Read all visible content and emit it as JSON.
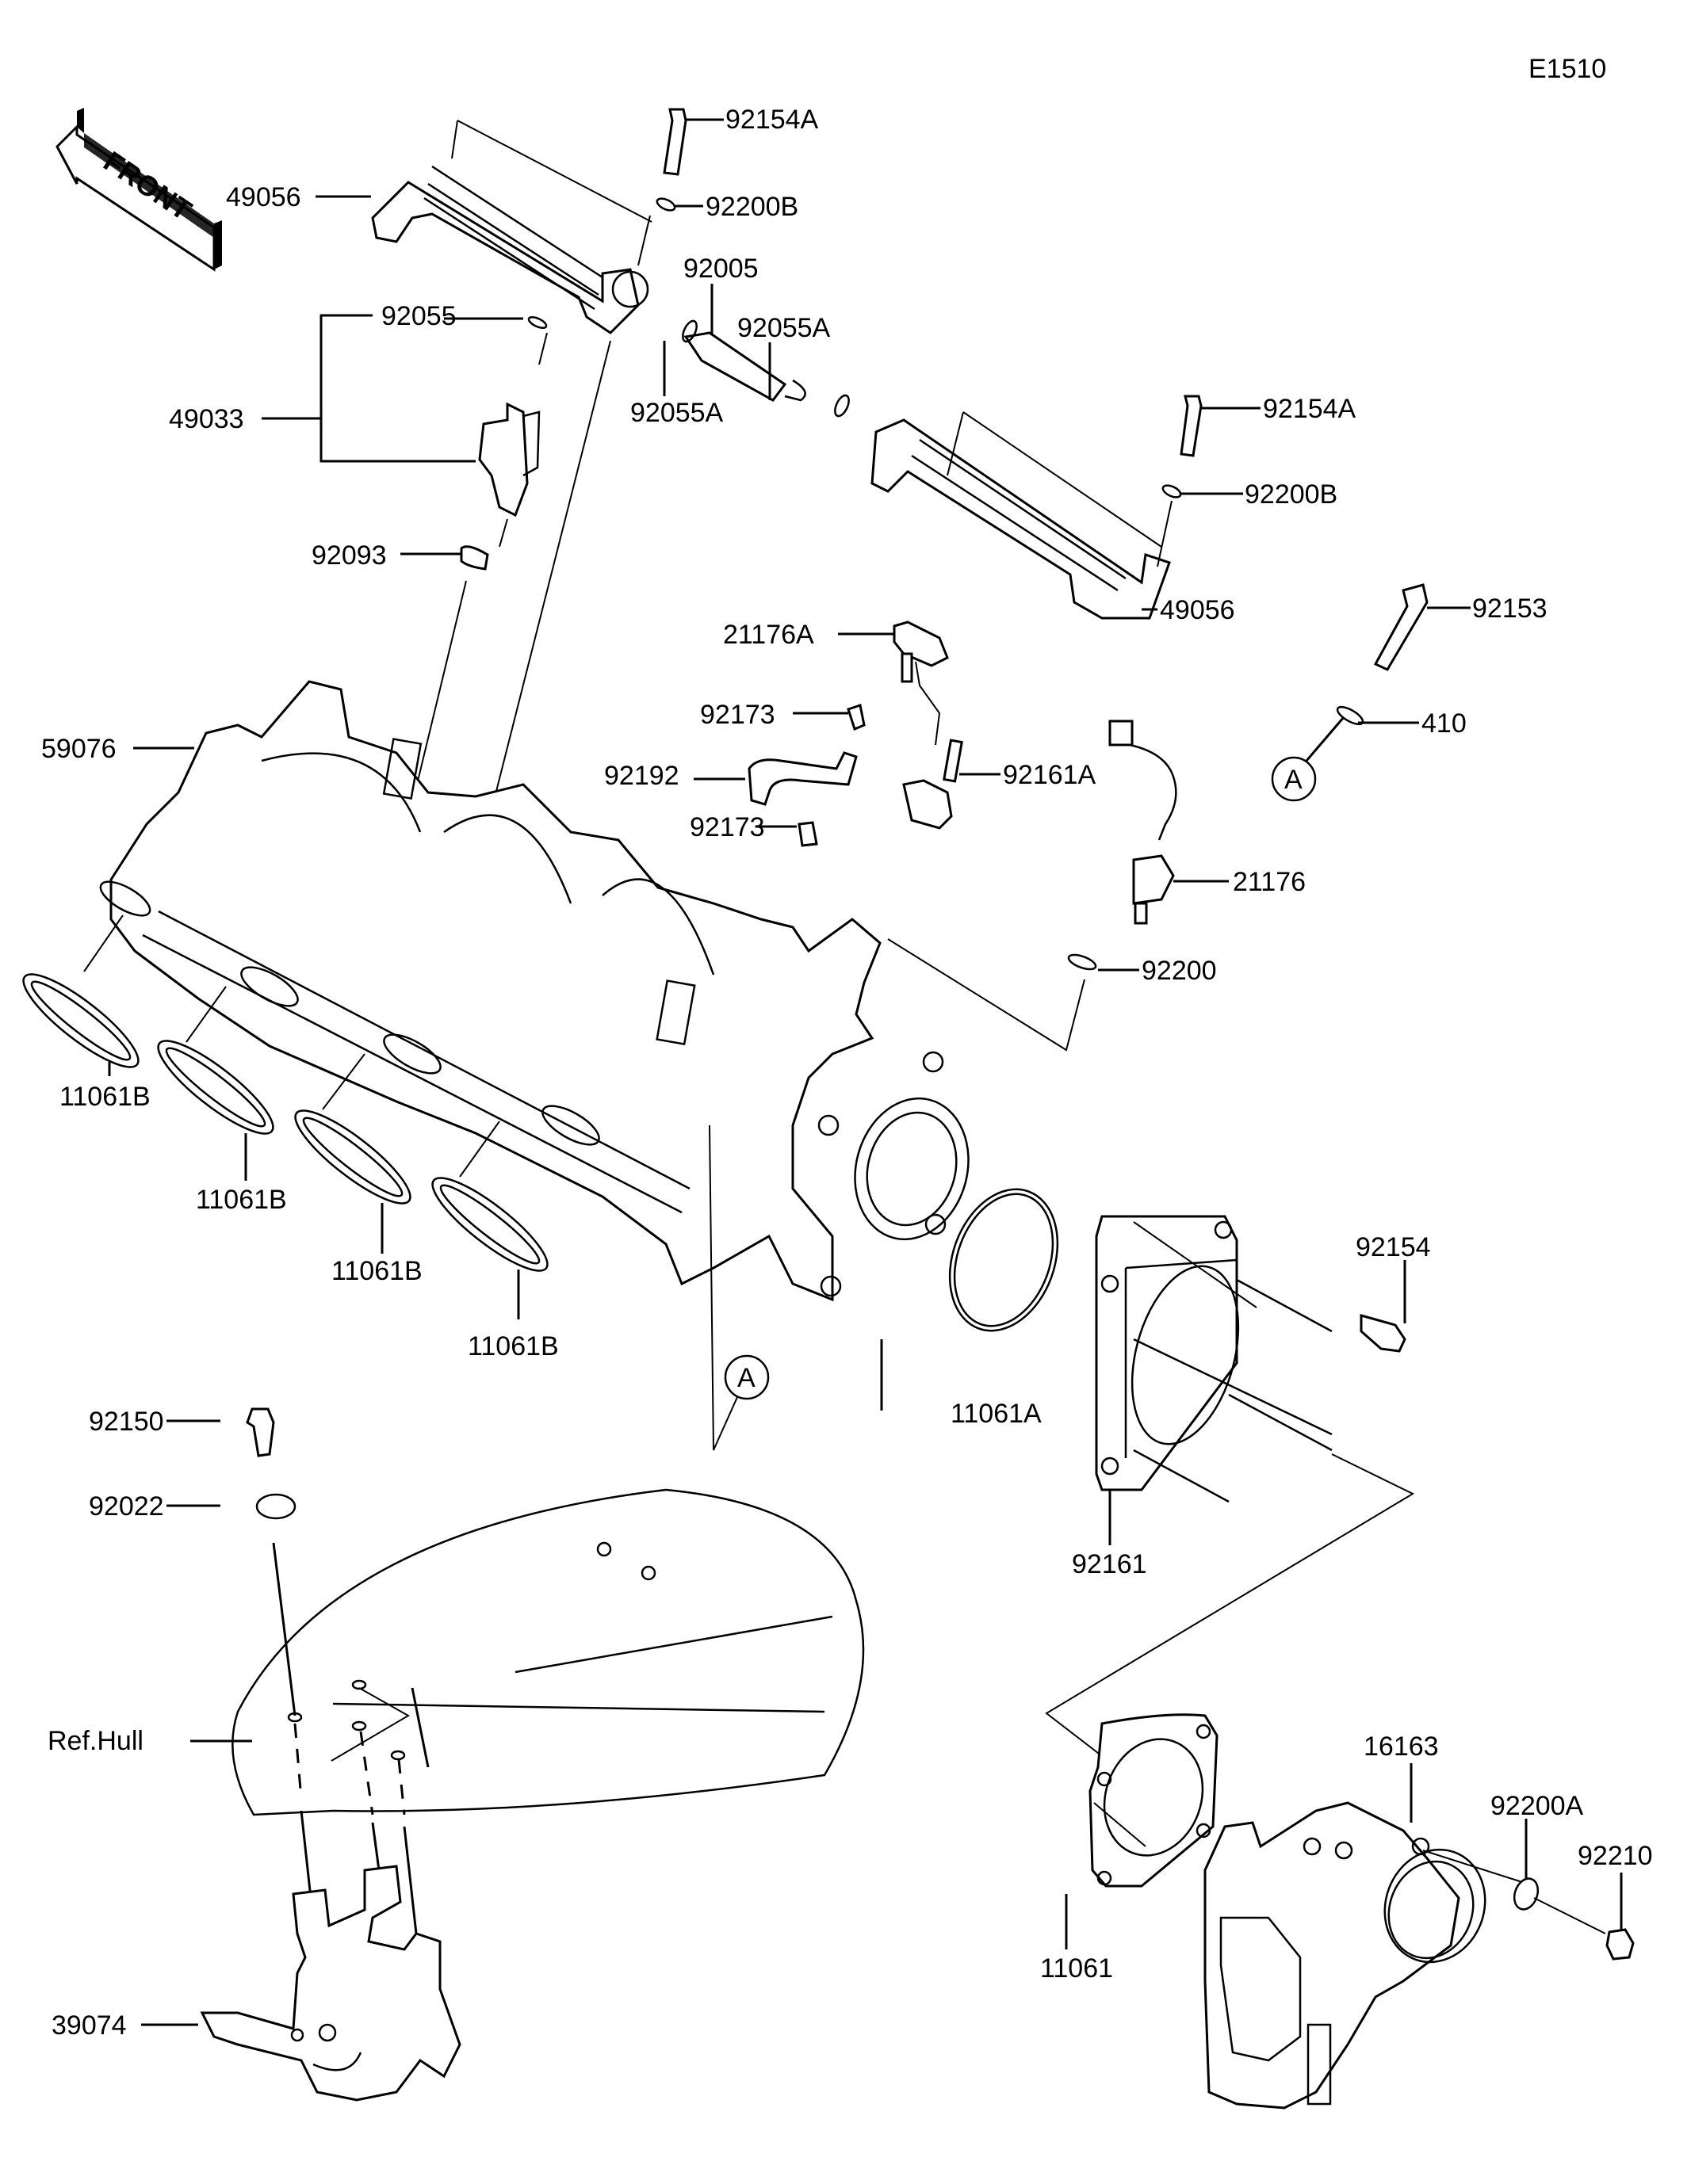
{
  "diagram": {
    "code": "E1510",
    "front_marker": "FRONT",
    "reference_marker": "A",
    "labels": {
      "fuel_rail_upper": "49056",
      "fuel_rail_lower": "49056",
      "injector_assy": "49033",
      "oring_injector": "92055",
      "cushion_injector": "92093",
      "bolt_rail_upper": "92154A",
      "bolt_rail_lower": "92154A",
      "collar_upper": "92200B",
      "collar_lower": "92200B",
      "joint": "92005",
      "oring_joint_left": "92055A",
      "oring_joint_right": "92055A",
      "sensor_map": "21176A",
      "clamp_upper": "92173",
      "clamp_lower": "92173",
      "hose": "92192",
      "stud_sensor": "92161A",
      "bolt_92153": "92153",
      "ground_410": "410",
      "sensor_temp": "21176",
      "washer_92200": "92200",
      "manifold": "59076",
      "gasket_port_1": "11061B",
      "gasket_port_2": "11061B",
      "gasket_port_3": "11061B",
      "gasket_port_4": "11061B",
      "oring_intake": "11061A",
      "bolt_92154": "92154",
      "stud_plate": "92161",
      "bolt_92150": "92150",
      "washer_92022": "92022",
      "hull_ref": "Ref.Hull",
      "gasket_throttle": "11061",
      "throttle_body": "16163",
      "washer_92200A": "92200A",
      "nut_92210": "92210",
      "sensor_39074": "39074"
    }
  }
}
